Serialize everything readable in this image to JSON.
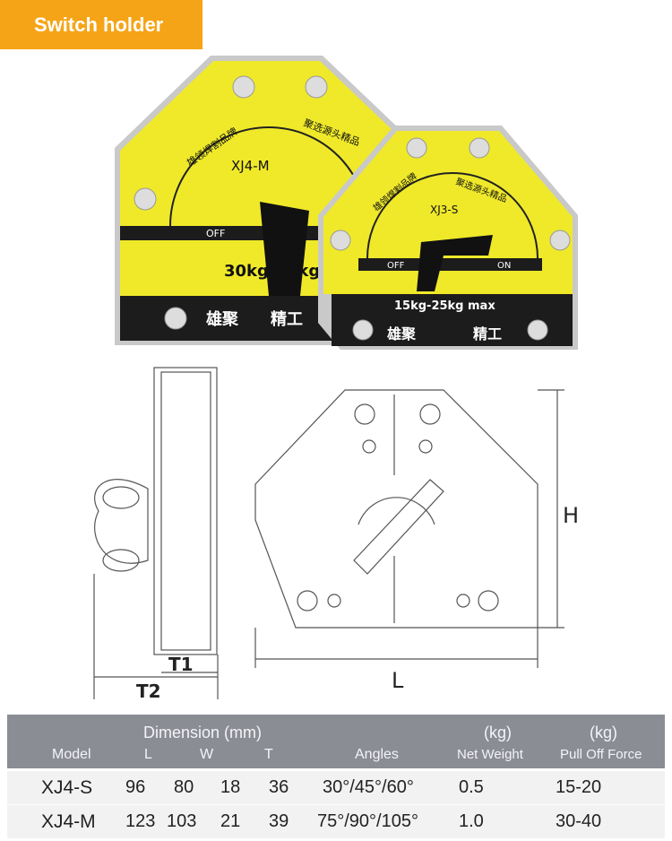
{
  "banner": {
    "title": "Switch holder"
  },
  "product_large": {
    "model": "XJ4-M",
    "off": "OFF",
    "force": "30kg-50kg",
    "brand_top": "雄领焊割品牌",
    "brand_top2": "聚选源头精品",
    "brand": "雄聚",
    "brand2": "精工"
  },
  "product_small": {
    "model": "XJ3-S",
    "off": "OFF",
    "on": "ON",
    "force": "15kg-25kg max",
    "brand_top": "雄领焊割品牌",
    "brand_top2": "聚选源头精品",
    "brand": "雄聚",
    "brand2": "精工"
  },
  "drawing": {
    "t1": "T1",
    "t2": "T2",
    "h": "H",
    "l": "L"
  },
  "table": {
    "dimension_header": "Dimension (mm)",
    "headers": {
      "model": "Model",
      "l": "L",
      "w": "W",
      "t": "T",
      "angles": "Angles",
      "net_weight_unit": "(kg)",
      "net_weight": "Net Weight",
      "pull_unit": "(kg)",
      "pull": "Pull  Off Force"
    },
    "rows": [
      {
        "model": "XJ4-S",
        "l": "96",
        "w": "80",
        "t1": "18",
        "t2": "36",
        "angles": "30°/45°/60°",
        "weight": "0.5",
        "force": "15-20"
      },
      {
        "model": "XJ4-M",
        "l": "123",
        "w": "103",
        "t1": "21",
        "t2": "39",
        "angles": "75°/90°/105°",
        "weight": "1.0",
        "force": "30-40"
      }
    ]
  }
}
